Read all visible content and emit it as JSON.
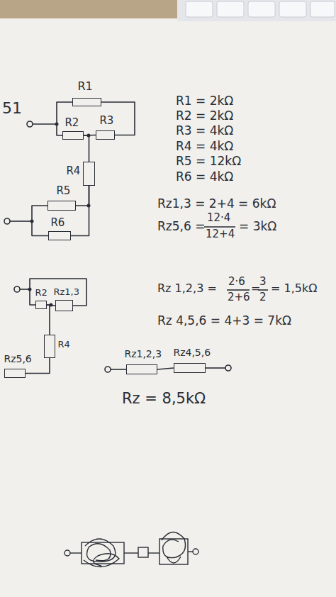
{
  "diagram": {
    "nodes": [
      {
        "text": [
          "R1"
        ]
      },
      {
        "text": [
          "R2"
        ]
      },
      {
        "text": [
          "R3"
        ]
      },
      {
        "text": [
          "R4"
        ]
      },
      {
        "text": [
          "R5"
        ]
      },
      {
        "text": [
          "R6"
        ]
      },
      {
        "text": [
          "R2"
        ]
      },
      {
        "text": [
          "Rz1,3"
        ]
      },
      {
        "text": [
          "R4"
        ]
      },
      {
        "text": [
          "Rz5,6"
        ]
      },
      {
        "text": [
          "Rz1,2,3"
        ]
      },
      {
        "text": [
          "Rz4,5,6"
        ]
      }
    ],
    "edges": [
      {
        "from": 0,
        "to": 2,
        "arrow": "none"
      },
      {
        "from": 0,
        "to": 1,
        "arrow": "none"
      },
      {
        "from": 1,
        "to": 2,
        "arrow": "none"
      },
      {
        "from": 1,
        "to": 3,
        "arrow": "none"
      },
      {
        "from": 3,
        "to": 4,
        "arrow": "none"
      },
      {
        "from": 3,
        "to": 5,
        "arrow": "none"
      },
      {
        "from": 4,
        "to": 5,
        "arrow": "none"
      },
      {
        "from": 6,
        "to": 7,
        "arrow": "none"
      },
      {
        "from": 6,
        "to": 7,
        "arrow": "none"
      },
      {
        "from": 6,
        "to": 8,
        "arrow": "none"
      },
      {
        "from": 8,
        "to": 9,
        "arrow": "none"
      },
      {
        "from": 10,
        "to": 11,
        "arrow": "none"
      }
    ],
    "labels": [
      "51",
      "R1 = 2kΩ",
      "R2 = 2kΩ",
      "R3 = 4kΩ",
      "R4 = 4kΩ",
      "R5 = 12kΩ",
      "R6 = 4kΩ",
      "Rz1,3 = 2+4 = 6kΩ",
      "Rz5,6 =",
      "12·4",
      "12+4",
      "= 3kΩ",
      "Rz 1,2,3 =",
      "2·6",
      "2+6",
      "=",
      "3",
      "2",
      "= 1,5kΩ",
      "Rz 4,5,6 = 4+3 = 7kΩ",
      "Rz = 8,5kΩ"
    ]
  }
}
